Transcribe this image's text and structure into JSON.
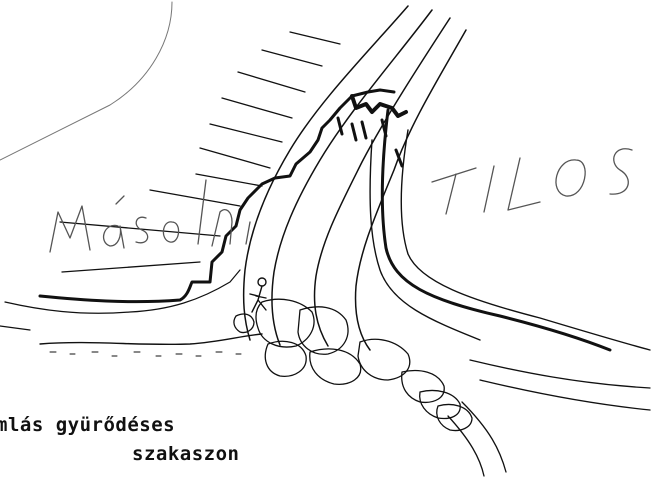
{
  "caption": {
    "line1": "mlás gyürődéses",
    "line2": "szakaszon"
  },
  "watermark": {
    "text": "Másolni TILOS",
    "lettering_part1": "Másolni",
    "lettering_part2": "TILOS"
  },
  "colors": {
    "ink": "#111111",
    "watermark": "#555555",
    "background": "#ffffff"
  }
}
